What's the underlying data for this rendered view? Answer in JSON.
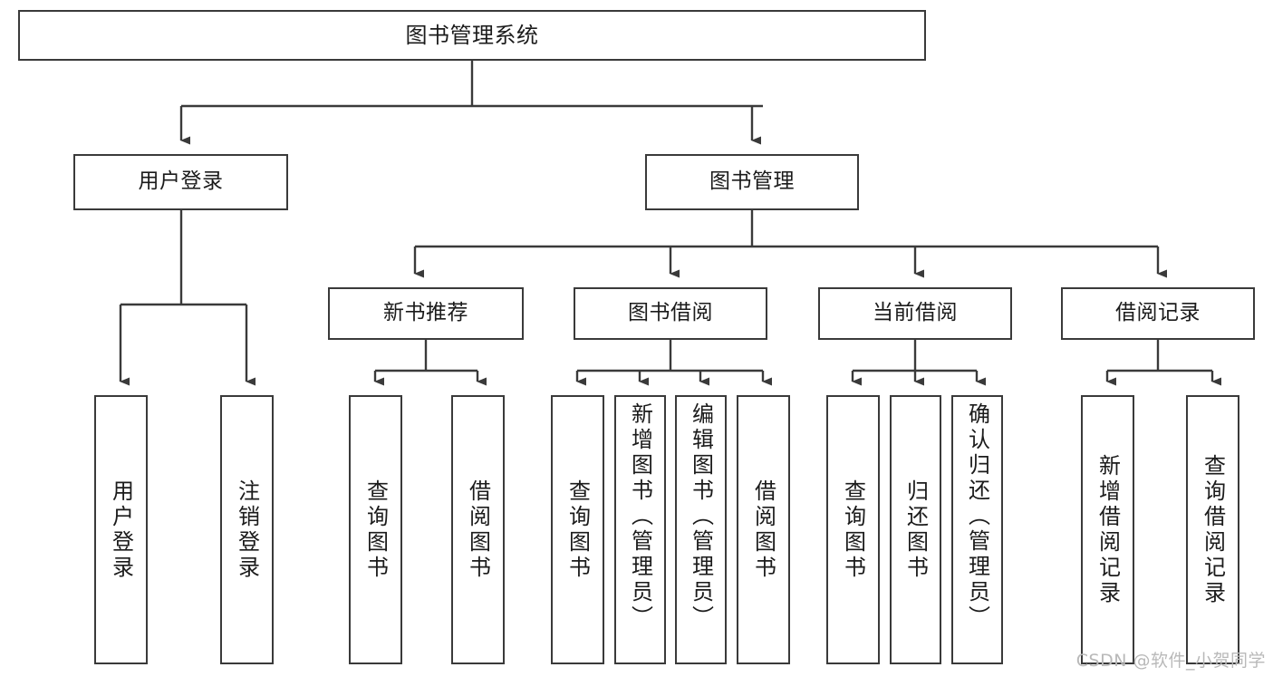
{
  "diagram": {
    "title": "图书管理系统",
    "type": "tree-hierarchy-diagram",
    "stroke_color": "#3a3a3a",
    "fill_color": "#ffffff",
    "text_color": "#1b1b1b",
    "nodes": {
      "root": {
        "label": "图书管理系统"
      },
      "level2": [
        {
          "label": "用户登录"
        },
        {
          "label": "图书管理"
        }
      ],
      "level3": [
        {
          "label": "新书推荐"
        },
        {
          "label": "图书借阅"
        },
        {
          "label": "当前借阅"
        },
        {
          "label": "借阅记录"
        }
      ],
      "leaves": {
        "user_login": [
          {
            "label": "用户登录"
          },
          {
            "label": "注销登录"
          }
        ],
        "new_book_recommend": [
          {
            "label": "查询图书"
          },
          {
            "label": "借阅图书"
          }
        ],
        "book_borrow": [
          {
            "label": "查询图书"
          },
          {
            "label": "新增图书（管理员）"
          },
          {
            "label": "编辑图书（管理员）"
          },
          {
            "label": "借阅图书"
          }
        ],
        "current_borrow": [
          {
            "label": "查询图书"
          },
          {
            "label": "归还图书"
          },
          {
            "label": "确认归还（管理员）"
          }
        ],
        "borrow_record": [
          {
            "label": "新增借阅记录"
          },
          {
            "label": "查询借阅记录"
          }
        ]
      }
    }
  },
  "watermark": {
    "text": "CSDN @软件_小贺同学"
  }
}
